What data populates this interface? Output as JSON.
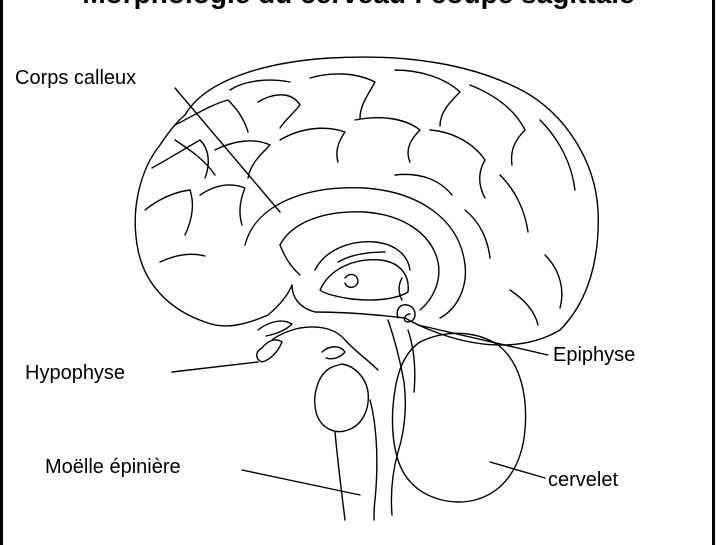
{
  "title": "Morphologie du cerveau : coupe sagittale",
  "labels": {
    "corps_calleux": "Corps calleux",
    "hypophyse": "Hypophyse",
    "epiphyse": "Epiphyse",
    "moelle_epiniere": "Moëlle épinière",
    "cervelet": "cervelet"
  }
}
